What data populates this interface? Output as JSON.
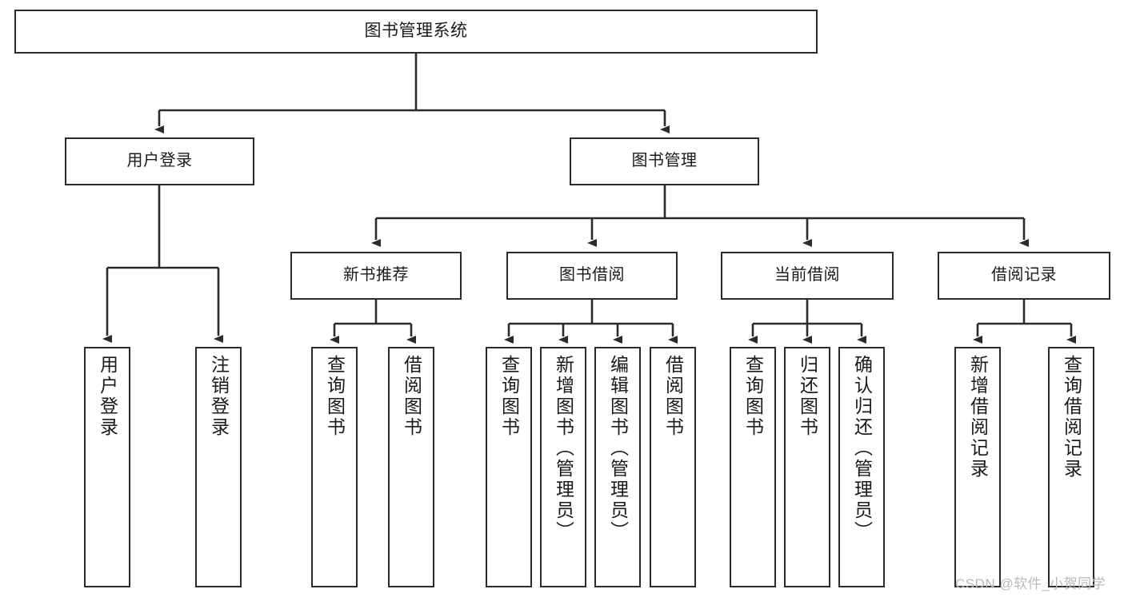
{
  "diagram": {
    "title": "图书管理系统",
    "type": "hierarchy-tree",
    "colors": {
      "box_border": "#2b2b2b",
      "box_fill": "#ffffff",
      "edge": "#2b2b2b",
      "text": "#1a1a1a",
      "watermark": "#b9b9b9"
    },
    "root": {
      "label": "图书管理系统"
    },
    "level2": [
      {
        "label": "用户登录"
      },
      {
        "label": "图书管理"
      }
    ],
    "level3": [
      {
        "label": "新书推荐"
      },
      {
        "label": "图书借阅"
      },
      {
        "label": "当前借阅"
      },
      {
        "label": "借阅记录"
      }
    ],
    "leaves": {
      "user_login": [
        {
          "label": "用户登录"
        },
        {
          "label": "注销登录"
        }
      ],
      "new_book_recommend": [
        {
          "label": "查询图书"
        },
        {
          "label": "借阅图书"
        }
      ],
      "book_borrow": [
        {
          "label": "查询图书"
        },
        {
          "label": "新增图书（管理员）"
        },
        {
          "label": "编辑图书（管理员）"
        },
        {
          "label": "借阅图书"
        }
      ],
      "current_borrow": [
        {
          "label": "查询图书"
        },
        {
          "label": "归还图书"
        },
        {
          "label": "确认归还（管理员）"
        }
      ],
      "borrow_record": [
        {
          "label": "新增借阅记录"
        },
        {
          "label": "查询借阅记录"
        }
      ]
    }
  },
  "watermark": {
    "text": "CSDN @软件_小贺同学"
  }
}
